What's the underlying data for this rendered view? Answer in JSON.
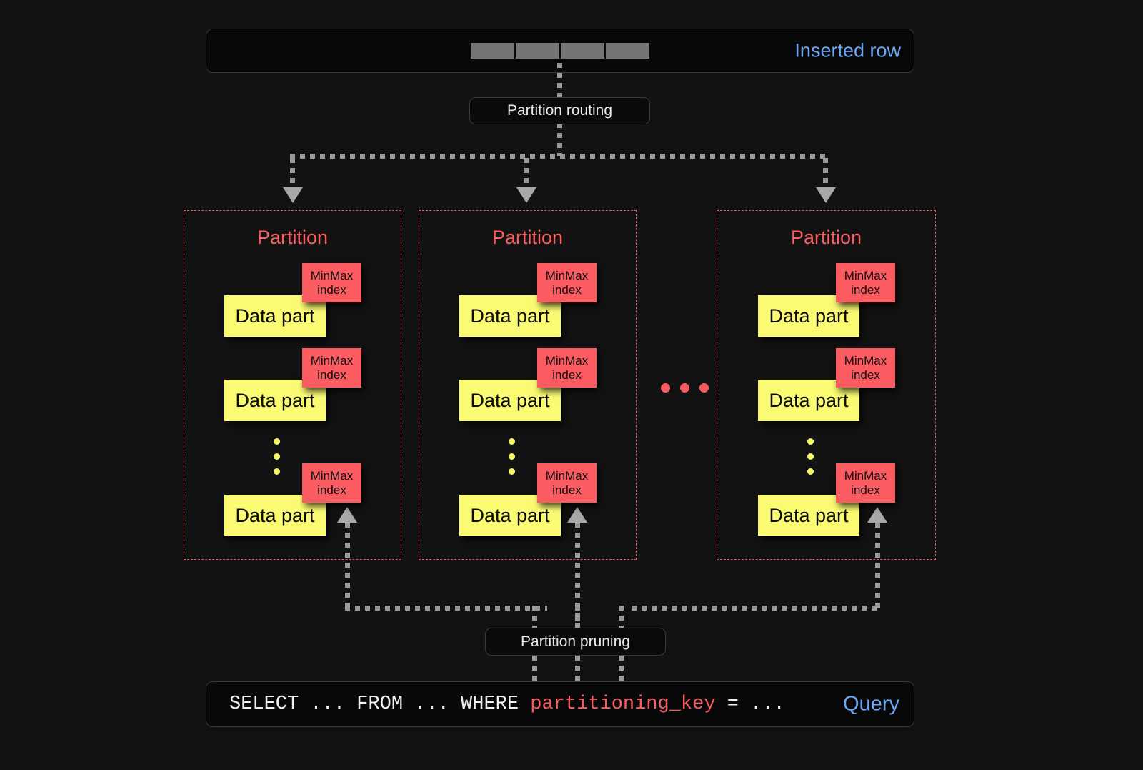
{
  "background": "#121212",
  "colors": {
    "accent_blue": "#6ba6f7",
    "accent_red": "#fb5c62",
    "data_part_yellow": "#fbfb73",
    "dotted_gray": "#9a9a9a",
    "cell_gray": "#757575"
  },
  "top": {
    "inserted_row_label": "Inserted row",
    "cells": [
      "",
      "",
      "",
      ""
    ],
    "routing_chip_label": "Partition routing"
  },
  "partitions": [
    {
      "title": "Partition",
      "parts": [
        {
          "label": "Data part",
          "index_label_line1": "MinMax",
          "index_label_line2": "index"
        },
        {
          "label": "Data part",
          "index_label_line1": "MinMax",
          "index_label_line2": "index"
        },
        {
          "label": "Data part",
          "index_label_line1": "MinMax",
          "index_label_line2": "index"
        }
      ],
      "ellipsis_dots": 3
    },
    {
      "title": "Partition",
      "parts": [
        {
          "label": "Data part",
          "index_label_line1": "MinMax",
          "index_label_line2": "index"
        },
        {
          "label": "Data part",
          "index_label_line1": "MinMax",
          "index_label_line2": "index"
        },
        {
          "label": "Data part",
          "index_label_line1": "MinMax",
          "index_label_line2": "index"
        }
      ],
      "ellipsis_dots": 3
    },
    {
      "title": "Partition",
      "parts": [
        {
          "label": "Data part",
          "index_label_line1": "MinMax",
          "index_label_line2": "index"
        },
        {
          "label": "Data part",
          "index_label_line1": "MinMax",
          "index_label_line2": "index"
        },
        {
          "label": "Data part",
          "index_label_line1": "MinMax",
          "index_label_line2": "index"
        }
      ],
      "ellipsis_dots": 3
    }
  ],
  "between_partitions_ellipsis_dots": 3,
  "bottom": {
    "pruning_chip_label": "Partition pruning",
    "query_label": "Query",
    "query": {
      "prefix": "SELECT ... FROM ... WHERE ",
      "keyword": "partitioning_key",
      "suffix": " = ..."
    }
  }
}
